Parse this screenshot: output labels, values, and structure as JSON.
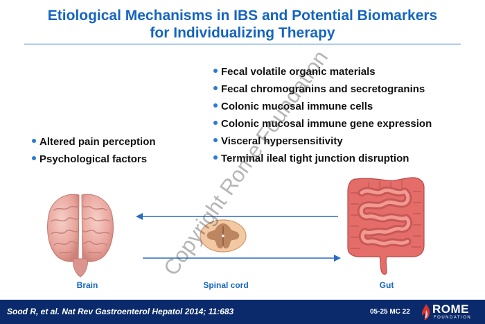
{
  "slide": {
    "title_line1": "Etiological Mechanisms in IBS and Potential Biomarkers",
    "title_line2": "for Individualizing Therapy",
    "gut_mechanisms": [
      "Fecal volatile organic materials",
      "Fecal chromogranins and secretogranins",
      "Colonic mucosal immune cells",
      "Colonic mucosal immune gene expression",
      "Visceral hypersensitivity",
      "Terminal ileal tight junction disruption"
    ],
    "brain_mechanisms": [
      "Altered pain perception",
      "Psychological factors"
    ],
    "captions": {
      "brain": "Brain",
      "spinal_cord": "Spinal cord",
      "gut": "Gut"
    },
    "watermark": "Copyright Rome Foundation",
    "footer": {
      "citation": "Sood R, et al. Nat Rev Gastroenterol Hepatol 2014; 11:683",
      "slide_code": "05-25  MC 22",
      "logo_name": "ROME",
      "logo_sub": "FOUNDATION"
    }
  },
  "colors": {
    "title": "#1565c0",
    "bullet": "#2b7bd3",
    "arrow": "#2b6cc4",
    "footer_bg": "#0a2a6b",
    "logo_accent": "#d9342b"
  },
  "icons": {
    "brain": "brain-illustration",
    "spinal_cord": "spinal-cord-cross-section",
    "gut": "intestine-illustration",
    "logo": "rome-foundation-flame-logo"
  }
}
